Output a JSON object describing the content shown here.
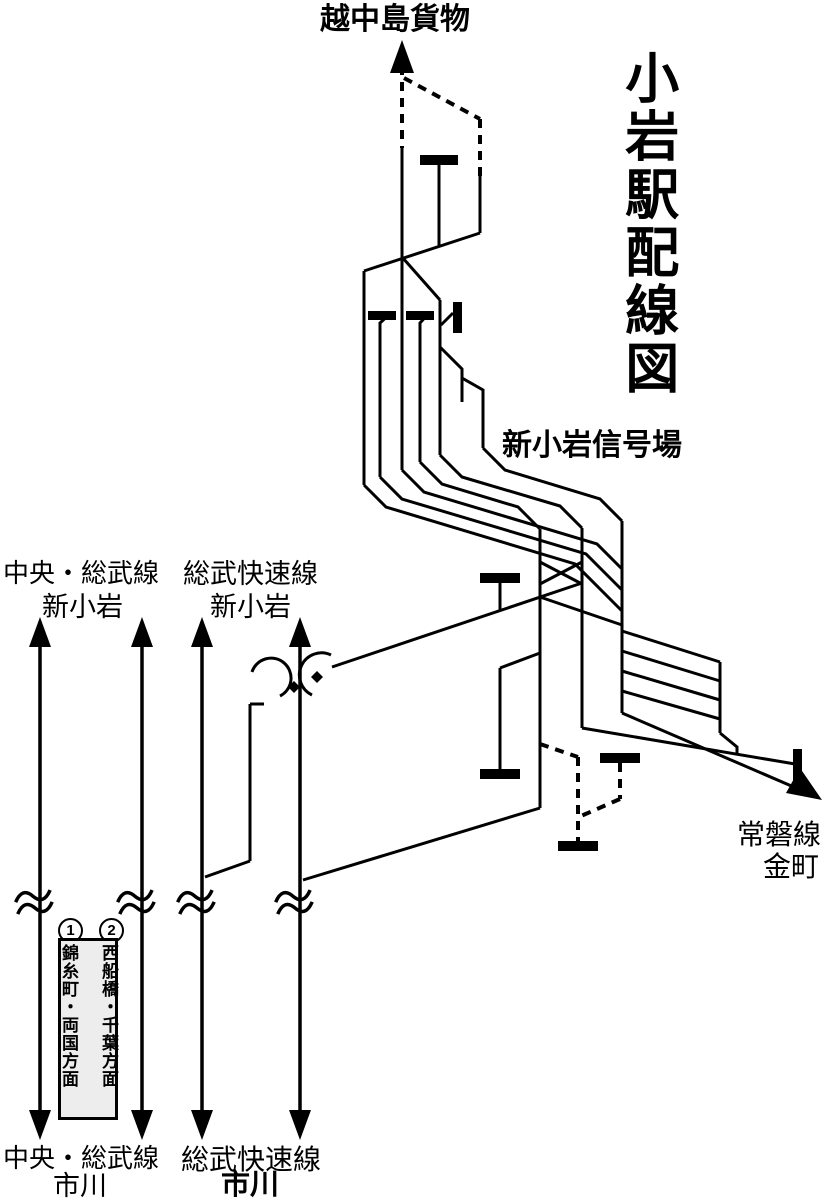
{
  "diagram_title": "小岩駅配線図",
  "labels": {
    "freight_destination": "越中島貨物",
    "signal_station": "新小岩信号場",
    "joban_line": "常磐線",
    "joban_destination": "金町",
    "top_left_local_line": "中央・総武線",
    "top_left_local_station": "新小岩",
    "top_left_rapid_line": "総武快速線",
    "top_left_rapid_station": "新小岩",
    "bottom_left_local_line": "中央・総武線",
    "bottom_left_local_station": "市川",
    "bottom_left_rapid_line": "総武快速線",
    "bottom_left_rapid_station": "市川"
  },
  "platform": {
    "track_numbers": [
      "1",
      "2"
    ],
    "track1_direction": "錦糸町・両国方面",
    "track2_direction": "西船橋・千葉方面"
  },
  "colors": {
    "line": "#000000",
    "background": "#ffffff",
    "platform_fill": "#ededed"
  }
}
